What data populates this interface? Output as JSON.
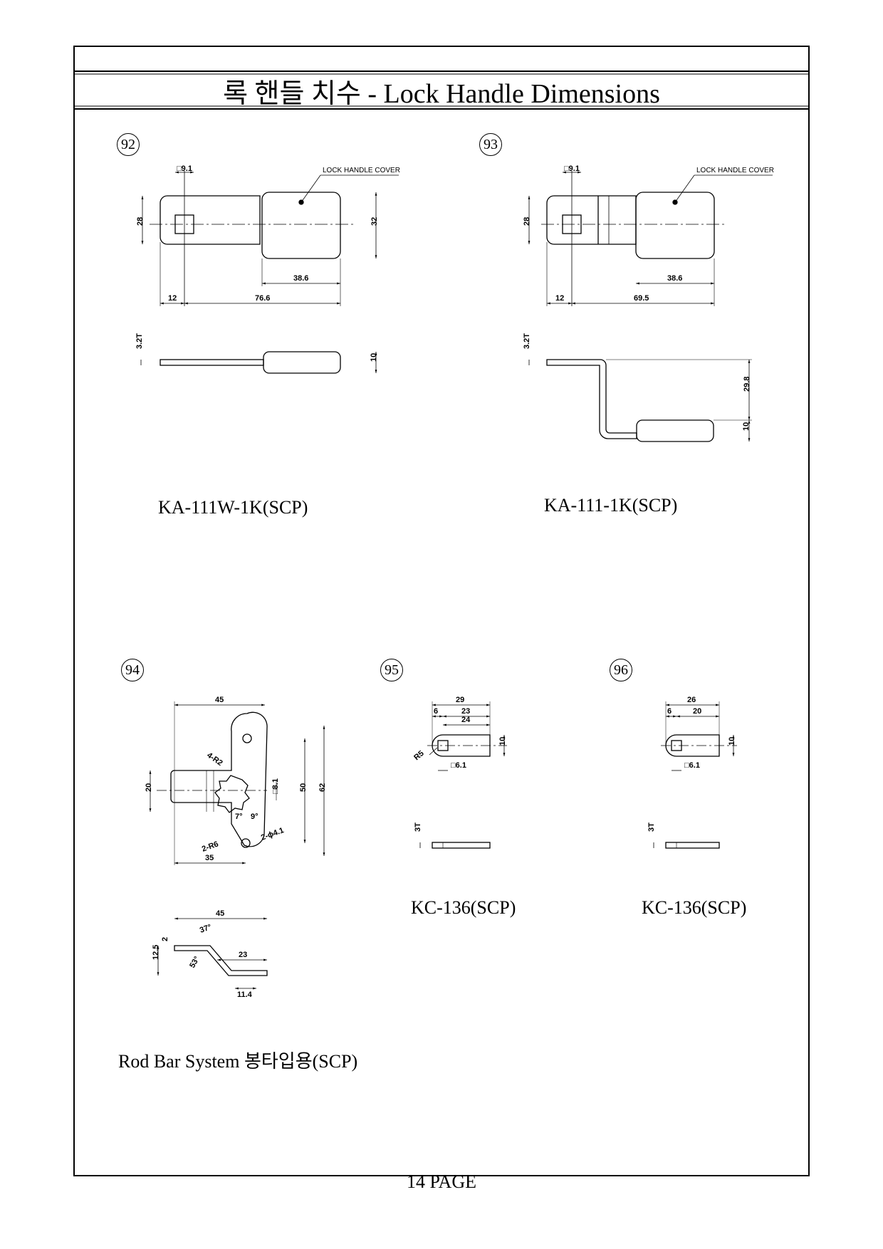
{
  "title": "록 핸들 치수 - Lock Handle Dimensions",
  "footer": "14 PAGE",
  "parts": [
    {
      "number": "92",
      "caption": "KA-111W-1K(SCP)",
      "cover_label": "LOCK HANDLE COVER",
      "dims": {
        "square": "□9.1",
        "height": "28",
        "cover_height": "32",
        "cover_length": "38.6",
        "offset": "12",
        "total": "76.6",
        "thickness": "3.2T",
        "side_height": "10"
      }
    },
    {
      "number": "93",
      "caption": "KA-111-1K(SCP)",
      "cover_label": "LOCK HANDLE COVER",
      "dims": {
        "square": "□9.1",
        "height": "28",
        "cover_length": "38.6",
        "offset": "12",
        "total": "69.5",
        "thickness": "3.2T",
        "drop": "29.8",
        "side_height": "10"
      }
    },
    {
      "number": "94",
      "caption": "Rod Bar System 봉타입용(SCP)",
      "dims": {
        "width": "45",
        "radius_top": "4-R2",
        "height_left": "20",
        "star": "□8.1",
        "height_mid": "50",
        "height_total": "62",
        "angle_a": "7°",
        "angle_b": "9°",
        "hole": "2-ϕ4.1",
        "radius_bottom": "2-R6",
        "bottom_width": "35",
        "side_width": "45",
        "side_angle_top": "37°",
        "side_t": "2",
        "side_h": "12.5",
        "side_angle_bot": "53°",
        "side_flat": "23",
        "side_foot": "11.4"
      }
    },
    {
      "number": "95",
      "caption": "KC-136(SCP)",
      "dims": {
        "total": "29",
        "offset": "6",
        "inner": "23",
        "hole_to_end": "24",
        "radius": "R5",
        "height": "10",
        "square": "□6.1",
        "thickness": "3T"
      }
    },
    {
      "number": "96",
      "caption": "KC-136(SCP)",
      "dims": {
        "total": "26",
        "offset": "6",
        "inner": "20",
        "height": "10",
        "square": "□6.1",
        "thickness": "3T"
      }
    }
  ]
}
